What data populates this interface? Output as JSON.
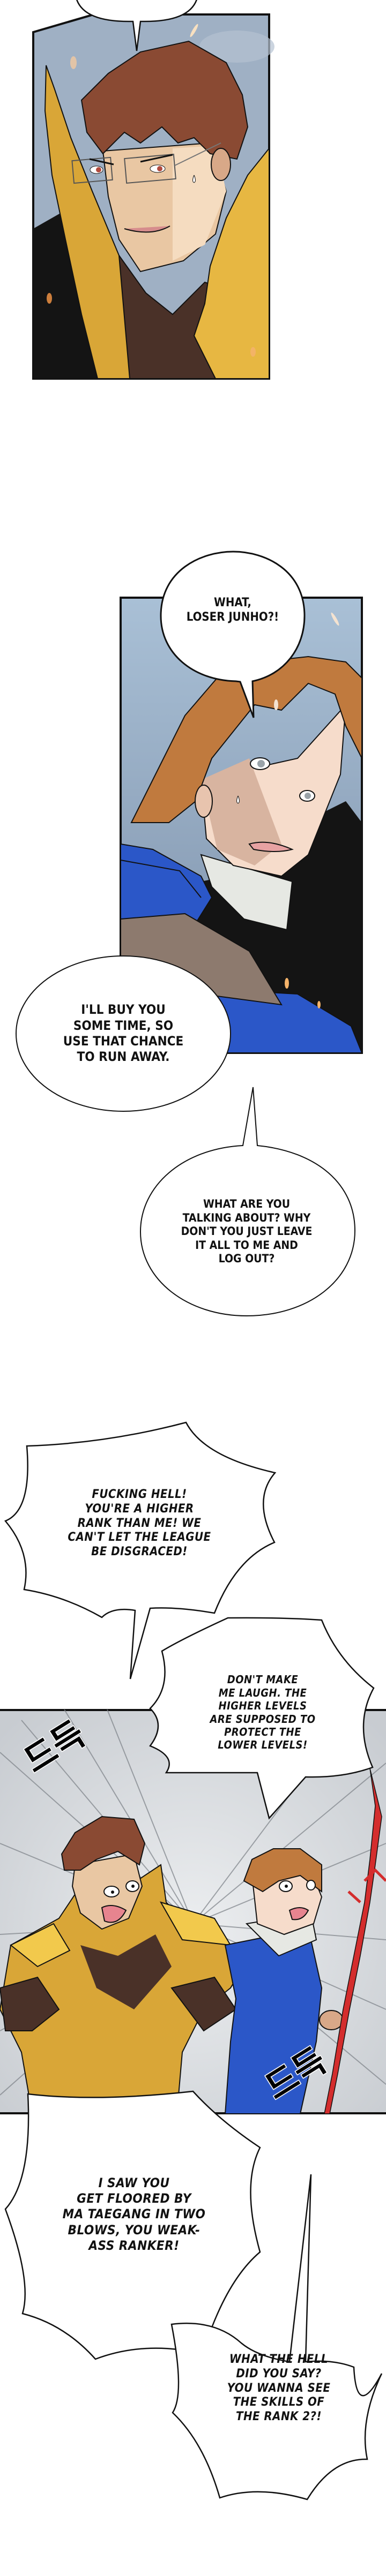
{
  "comic": {
    "colors": {
      "page_bg": "#ffffff",
      "panel_border": "#111111",
      "sky_panel1": "#9fb0c4",
      "sky_panel2": "#a9c0d6",
      "sky_panel3": "#dfe1e4",
      "gold_armor": "#d9a637",
      "blue_armor": "#2b57c8",
      "hair_brown": "#8a4a33",
      "hair_orange": "#c07a3e",
      "red_spear": "#d42d2d"
    },
    "panels": [
      {
        "id": "panel-1",
        "description": "Man with glasses and gold armor smirking"
      },
      {
        "id": "panel-2",
        "description": "Orange-haired man in blue armor looking back, sweating"
      },
      {
        "id": "panel-3",
        "description": "Both characters shouting at each other, speed lines background"
      }
    ],
    "bubbles": [
      {
        "id": "top-partial",
        "text": ""
      },
      {
        "id": "b1",
        "text": "WHAT,\nLOSER JUNHO?!"
      },
      {
        "id": "b2",
        "text": "I'LL BUY YOU\nSOME TIME, SO\nUSE THAT CHANCE\nTO RUN AWAY."
      },
      {
        "id": "b3",
        "text": "WHAT ARE YOU\nTALKING ABOUT? WHY\nDON'T YOU JUST LEAVE\nIT ALL TO ME AND\nLOG OUT?"
      },
      {
        "id": "b4",
        "text": "FUCKING HELL!\nYOU'RE A HIGHER\nRANK THAN ME! WE\nCAN'T LET THE LEAGUE\nBE DISGRACED!"
      },
      {
        "id": "b5",
        "text": "DON'T MAKE\nME LAUGH. THE\nHIGHER LEVELS\nARE SUPPOSED TO\nPROTECT THE\nLOWER LEVELS!"
      },
      {
        "id": "b6",
        "text": "I SAW YOU\nGET FLOORED BY\nMA TAEGANG IN TWO\nBLOWS, YOU WEAK-\nASS RANKER!"
      },
      {
        "id": "b7",
        "text": "WHAT THE HELL\nDID YOU SAY?\nYOU WANNA SEE\nTHE SKILLS OF\nTHE RANK 2?!"
      }
    ],
    "sfx": [
      {
        "id": "sfx-left",
        "text": "드득"
      },
      {
        "id": "sfx-right",
        "text": "드득"
      }
    ]
  }
}
